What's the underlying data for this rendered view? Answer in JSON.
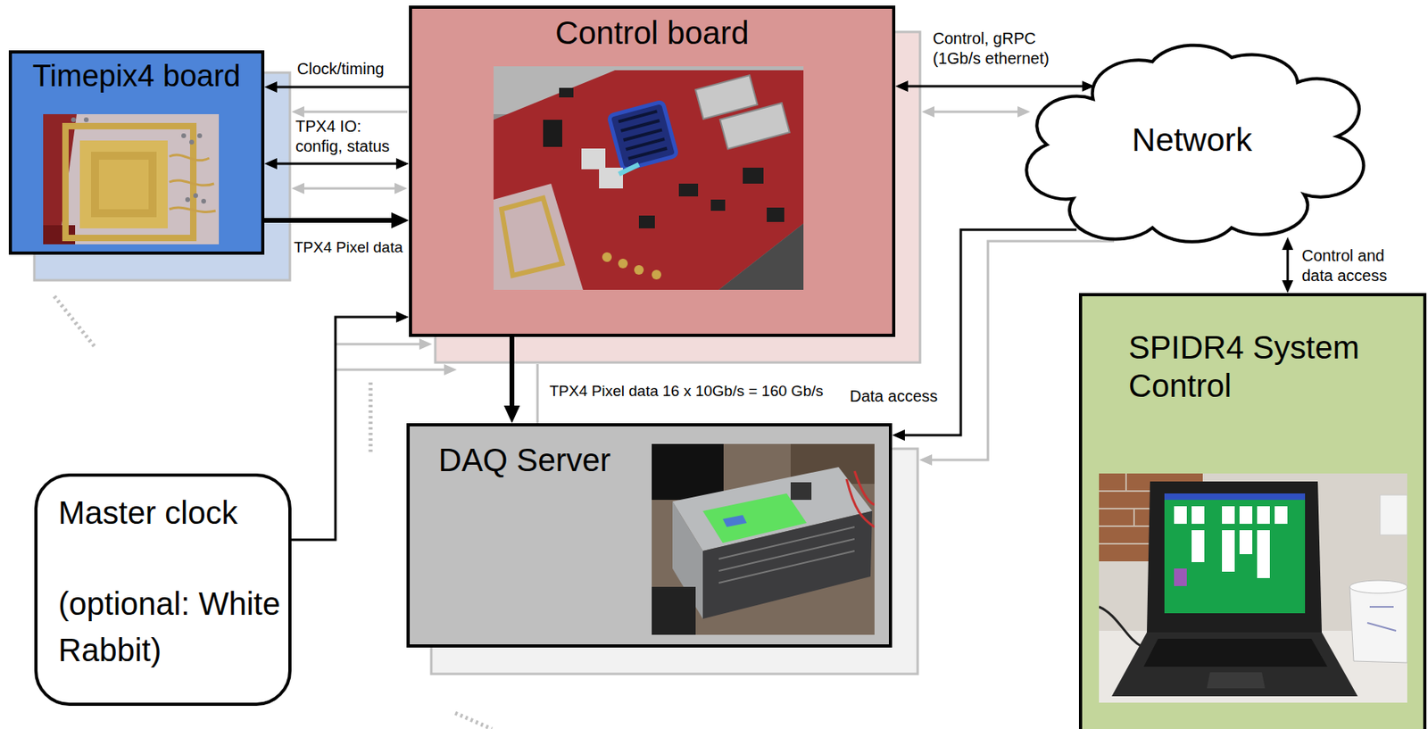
{
  "diagram": {
    "nodes": [
      {
        "text": [
          "Timepix4 board"
        ]
      },
      {
        "text": [
          "Control board"
        ]
      },
      {
        "text": [
          "Network"
        ]
      },
      {
        "text": [
          "SPIDR4 System Control"
        ]
      },
      {
        "text": [
          "DAQ Server"
        ]
      },
      {
        "text": [
          "Master clock",
          "(optional: White Rabbit)"
        ]
      }
    ],
    "edges": [
      {
        "from": 1,
        "to": 0,
        "arrow": "to",
        "label": "Clock/timing"
      },
      {
        "from": 0,
        "to": 1,
        "arrow": "both",
        "label": "TPX4 IO: config, status"
      },
      {
        "from": 0,
        "to": 1,
        "arrow": "to",
        "label": "TPX4 Pixel data"
      },
      {
        "from": 1,
        "to": 2,
        "arrow": "both",
        "label": "Control, gRPC (1Gb/s ethernet)"
      },
      {
        "from": 2,
        "to": 3,
        "arrow": "both",
        "label": "Control and data access"
      },
      {
        "from": 1,
        "to": 4,
        "arrow": "to",
        "label": "TPX4 Pixel data 16 x 10Gb/s = 160 Gb/s"
      },
      {
        "from": 2,
        "to": 4,
        "arrow": "to",
        "label": "Data access"
      },
      {
        "from": 5,
        "to": 1,
        "arrow": "to"
      }
    ]
  }
}
